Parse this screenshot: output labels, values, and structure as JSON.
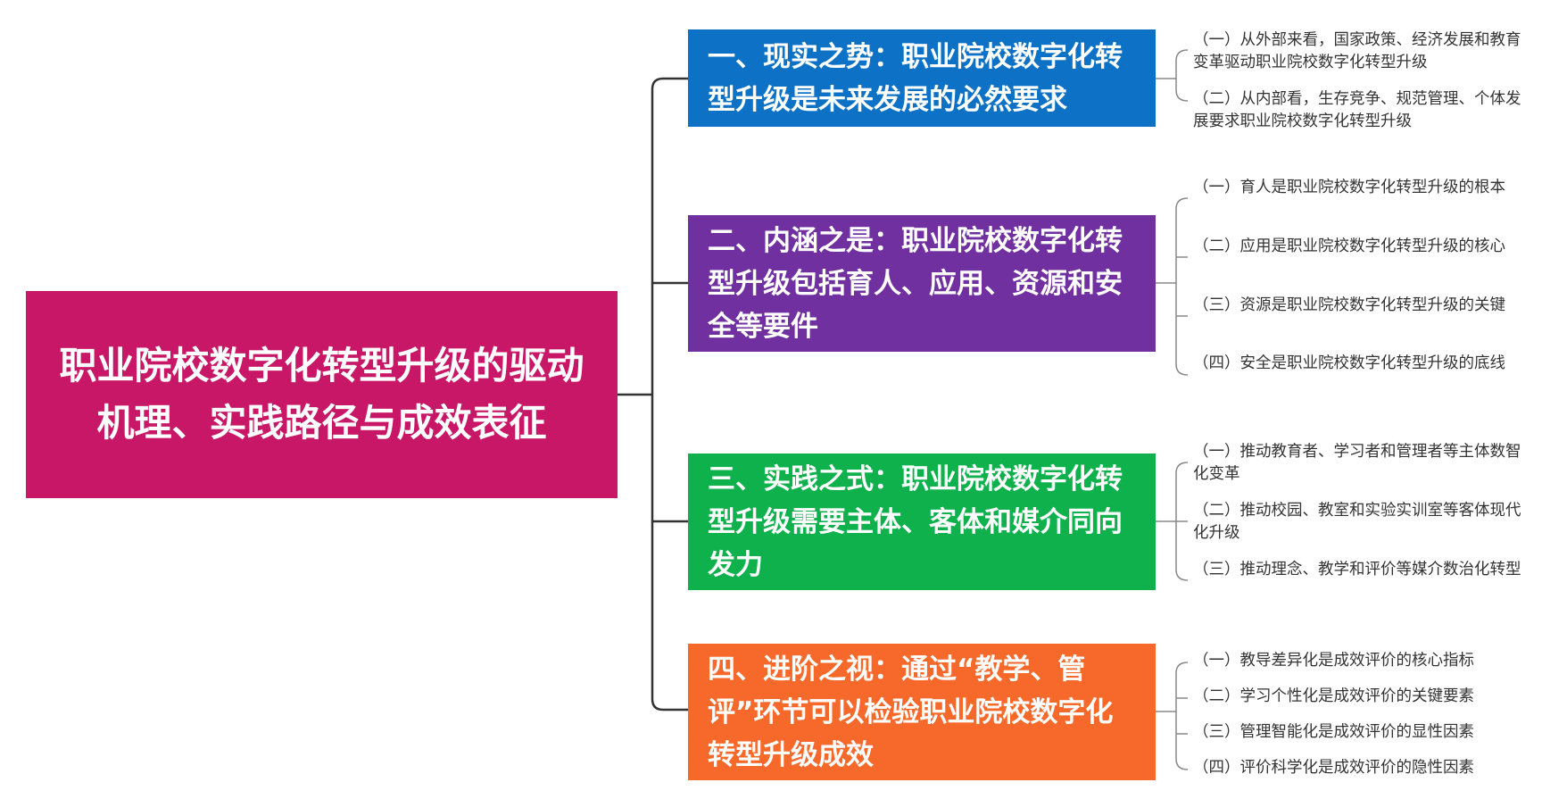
{
  "root": {
    "title": "职业院校数字化转型升级的驱动机理、实践路径与成效表征",
    "color": "#c81767"
  },
  "branches": [
    {
      "title": "一、现实之势：职业院校数字化转型升级是未来发展的必然要求",
      "color": "#0d72c6",
      "leaves": [
        "（一）从外部来看，国家政策、经济发展和教育变革驱动职业院校数字化转型升级",
        "（二）从内部看，生存竞争、规范管理、个体发展要求职业院校数字化转型升级"
      ]
    },
    {
      "title": "二、内涵之是：职业院校数字化转型升级包括育人、应用、资源和安全等要件",
      "color": "#7030a0",
      "leaves": [
        "（一）育人是职业院校数字化转型升级的根本",
        "（二）应用是职业院校数字化转型升级的核心",
        "（三）资源是职业院校数字化转型升级的关键",
        "（四）安全是职业院校数字化转型升级的底线"
      ]
    },
    {
      "title": "三、实践之式：职业院校数字化转型升级需要主体、客体和媒介同向发力",
      "color": "#0fb14c",
      "leaves": [
        "（一）推动教育者、学习者和管理者等主体数智化变革",
        "（二）推动校园、教室和实验实训室等客体现代化升级",
        "（三）推动理念、教学和评价等媒介数治化转型"
      ]
    },
    {
      "title": "四、进阶之视：通过“教学、管评”环节可以检验职业院校数字化转型升级成效",
      "color": "#f7692a",
      "leaves": [
        "（一）教导差异化是成效评价的核心指标",
        "（二）学习个性化是成效评价的关键要素",
        "（三）管理智能化是成效评价的显性因素",
        "（四）评价科学化是成效评价的隐性因素"
      ]
    }
  ]
}
